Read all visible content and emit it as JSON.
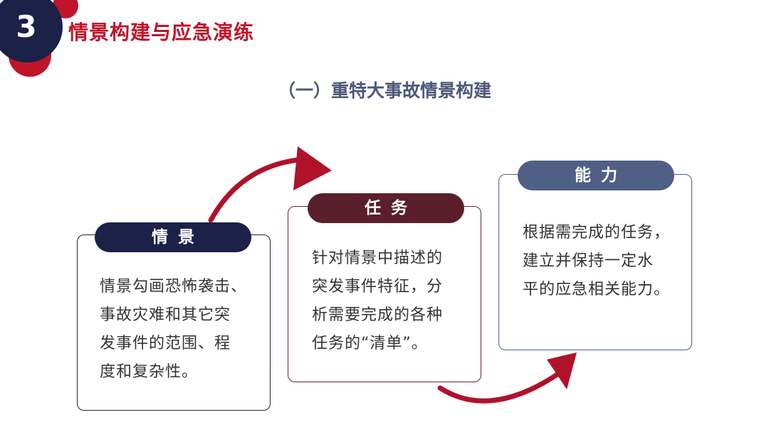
{
  "header": {
    "section_number": "3",
    "title": "情景构建与应急演练"
  },
  "subtitle": "（一）重特大事故情景构建",
  "cards": [
    {
      "label": "情景",
      "lines": [
        "情景勾画恐怖袭击、",
        "事故灾难和其它突",
        "发事件的范围、程",
        "度和复杂性。"
      ]
    },
    {
      "label": "任务",
      "lines": [
        "针对情景中描述的",
        "突发事件特征，分",
        "析需要完成的各种",
        "任务的“清单”。"
      ]
    },
    {
      "label": "能力",
      "lines": [
        "根据需完成的任务，",
        "建立并保持一定水",
        "平的应急相关能力。"
      ]
    }
  ],
  "colors": {
    "accent_red": "#c0142a",
    "navy": "#1b2147",
    "maroon": "#5a1f2a",
    "slate_blue": "#4f5f86"
  }
}
